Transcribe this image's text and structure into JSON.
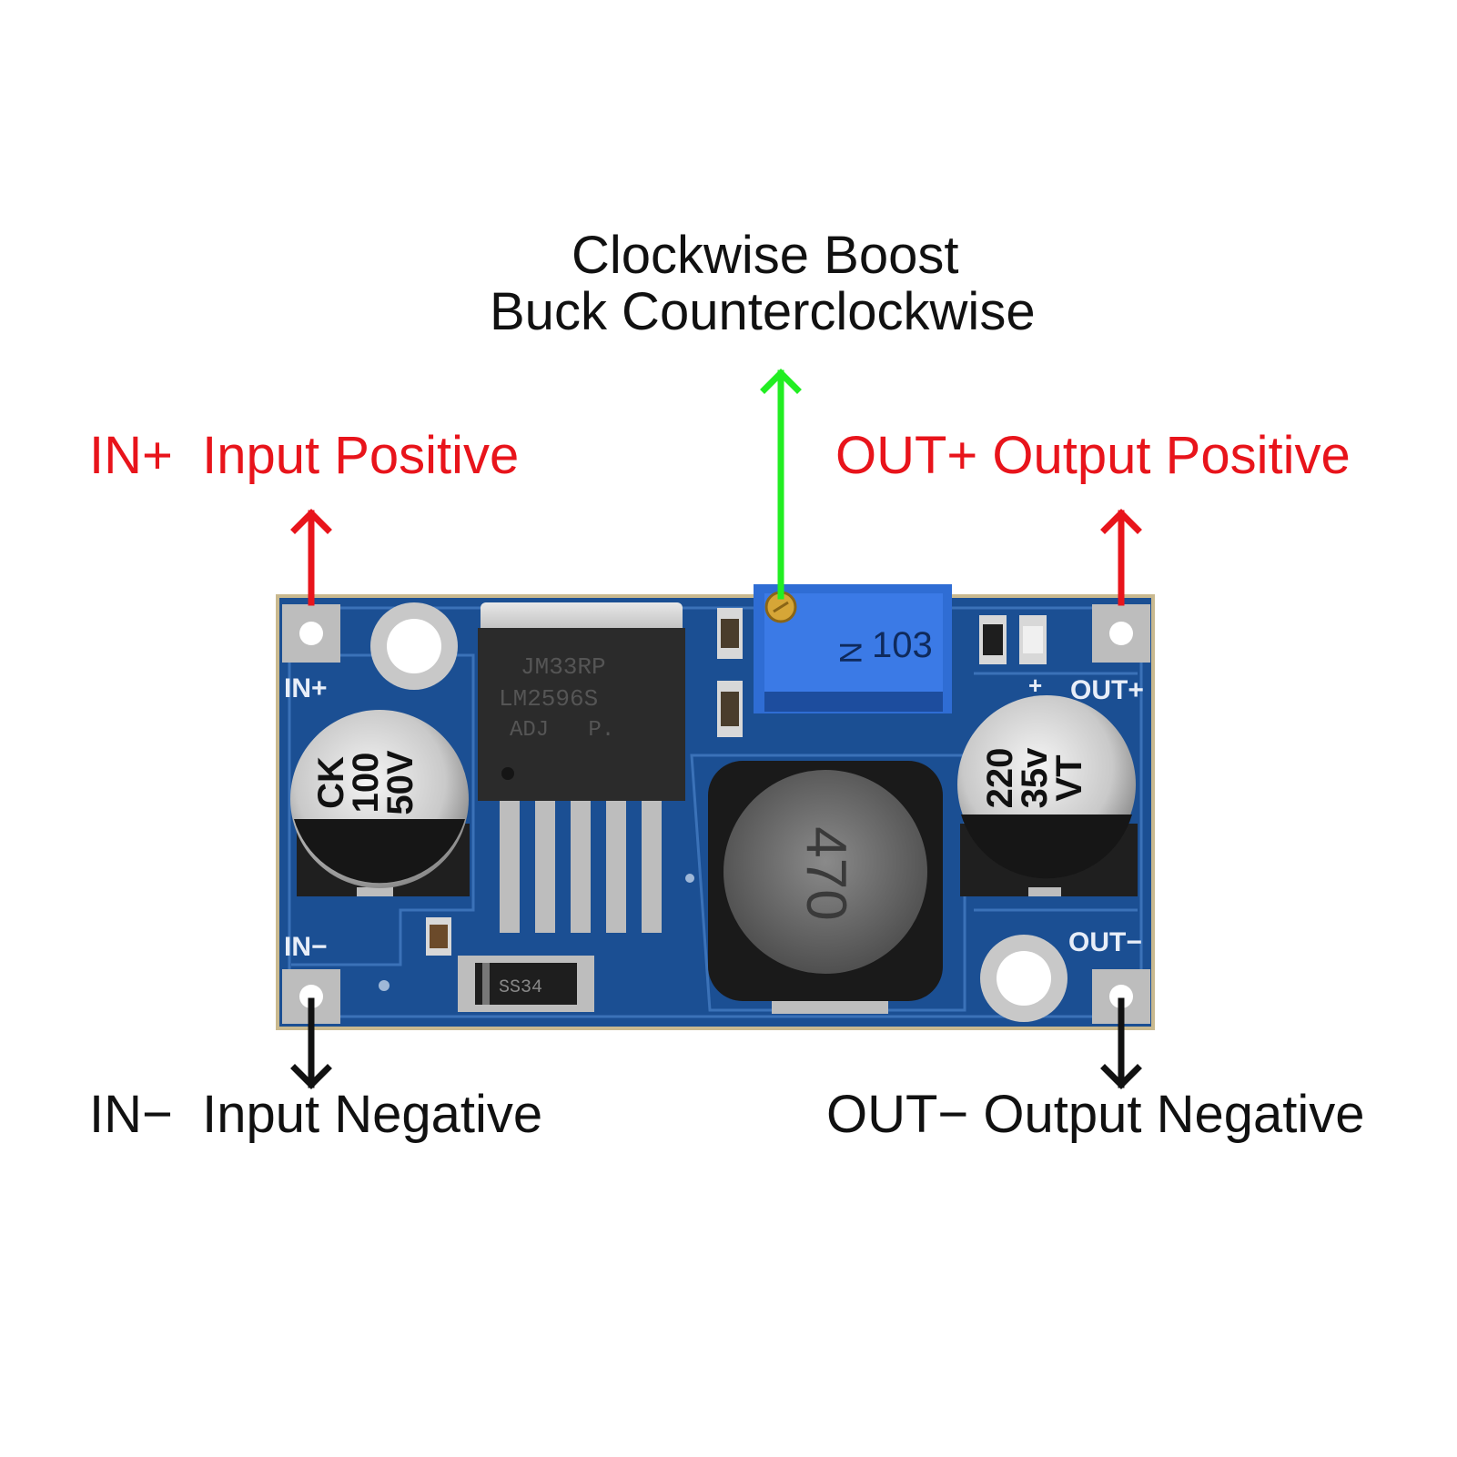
{
  "adjust_label": {
    "line1": "Clockwise Boost",
    "line2": "Buck Counterclockwise"
  },
  "in_pos_label": "IN+  Input Positive",
  "out_pos_label": "OUT+ Output Positive",
  "in_neg_label": "IN−  Input Negative",
  "out_neg_label": "OUT− Output Negative",
  "board": {
    "silk_in_pos": "IN+",
    "silk_in_neg": "IN−",
    "silk_out_pos": "OUT+",
    "silk_out_neg": "OUT−",
    "silk_plus": "+",
    "regulator_line1": "JM33RP",
    "regulator_line2": "LM2596S",
    "regulator_line3": "ADJ   P.",
    "trimmer_code": "103",
    "trimmer_n": "N",
    "cap_in_brand": "CK",
    "cap_in_value": "100",
    "cap_in_voltage": "50V",
    "cap_out_value": "220",
    "cap_out_voltage": "35v",
    "cap_out_brand": "VT",
    "inductor_code": "470",
    "diode_code": "SS34"
  },
  "colors": {
    "positive": "#e8141b",
    "adjust": "#22ee22",
    "negative": "#111111",
    "pcb": "#1b4f93"
  }
}
